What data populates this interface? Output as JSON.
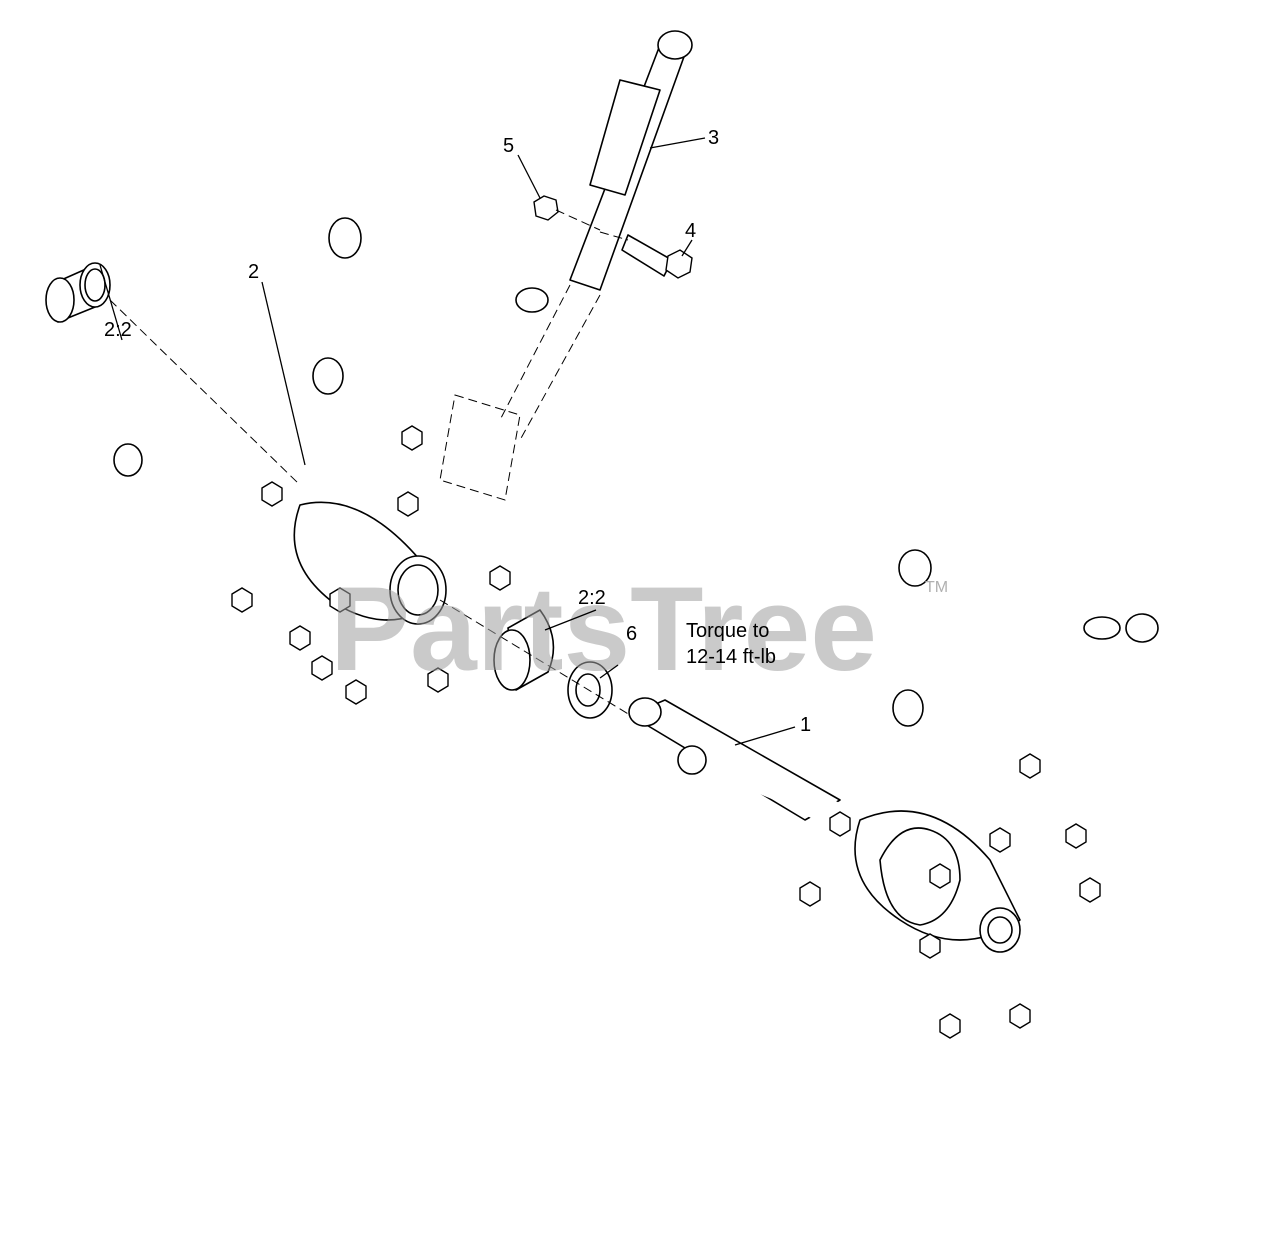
{
  "labels": {
    "item_1": "1",
    "item_2": "2",
    "item_2_2_left": "2:2",
    "item_2_2_center": "2:2",
    "item_3": "3",
    "item_4": "4",
    "item_5": "5",
    "item_6": "6",
    "torque_line1": "Torque to",
    "torque_line2": "12-14 ft-lb"
  },
  "watermark": {
    "text": "PartsTree",
    "trademark": "TM"
  },
  "colors": {
    "line": "#000000",
    "background": "#ffffff",
    "watermark": "#9e9e9e"
  }
}
